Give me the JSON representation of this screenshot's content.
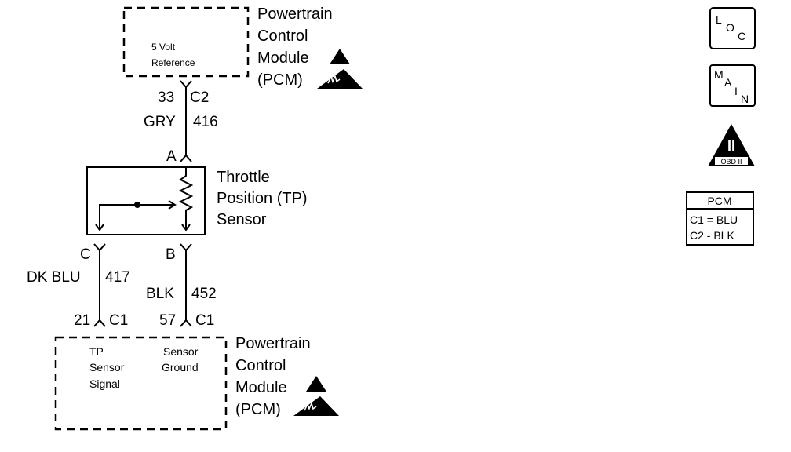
{
  "pcm_top": {
    "inner_label": [
      "5 Volt",
      "Reference"
    ],
    "title": [
      "Powertrain",
      "Control",
      "Module",
      "(PCM)"
    ]
  },
  "wire_top": {
    "pin": "33",
    "connector": "C2",
    "color": "GRY",
    "circuit": "416",
    "sensor_terminal": "A"
  },
  "sensor": {
    "title": [
      "Throttle",
      "Position (TP)",
      "Sensor"
    ]
  },
  "wire_left": {
    "sensor_terminal": "C",
    "color": "DK BLU",
    "circuit": "417",
    "pin": "21",
    "connector": "C1"
  },
  "wire_right": {
    "sensor_terminal": "B",
    "color": "BLK",
    "circuit": "452",
    "pin": "57",
    "connector": "C1"
  },
  "pcm_bottom": {
    "left_label": [
      "TP",
      "Sensor",
      "Signal"
    ],
    "right_label": [
      "Sensor",
      "Ground"
    ],
    "title": [
      "Powertrain",
      "Control",
      "Module",
      "(PCM)"
    ]
  },
  "legend": {
    "loc": [
      "L",
      "O",
      "C"
    ],
    "main": [
      "M",
      "A",
      "I",
      "N"
    ],
    "obd_roman": "II",
    "obd_text": "OBD II",
    "pcm_table": {
      "header": "PCM",
      "rows": [
        "C1 = BLU",
        "C2  - BLK"
      ]
    }
  },
  "icons": {
    "warning": "esd-warning-icon",
    "esd": "esd-hand-icon"
  }
}
